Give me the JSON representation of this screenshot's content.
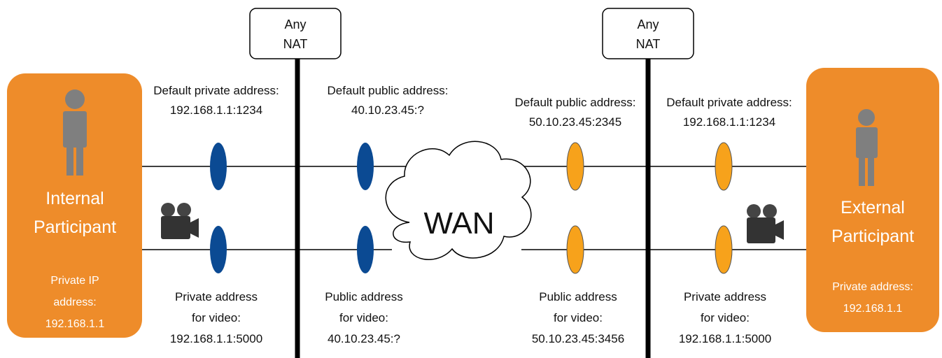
{
  "colors": {
    "participant_box": "#EE8C2A",
    "internal_ellipse": "#0B4A93",
    "external_ellipse": "#F7A21B",
    "person": "#7F7F7F",
    "line": "#000000"
  },
  "nat_left": {
    "line1": "Any",
    "line2": "NAT"
  },
  "nat_right": {
    "line1": "Any",
    "line2": "NAT"
  },
  "wan": {
    "label": "WAN"
  },
  "internal_participant": {
    "name_line1": "Internal",
    "name_line2": "Participant",
    "sub_line1": "Private IP",
    "sub_line2": "address:",
    "sub_line3": "192.168.1.1",
    "person_icon": "person-icon",
    "camera_icon": "video-camera-icon"
  },
  "external_participant": {
    "name_line1": "External",
    "name_line2": "Participant",
    "sub_line1": "Private address:",
    "sub_line2": "192.168.1.1",
    "person_icon": "person-icon",
    "camera_icon": "video-camera-icon"
  },
  "labels": {
    "int_default_private": {
      "line1": "Default private address:",
      "line2": "192.168.1.1:1234"
    },
    "int_default_public": {
      "line1": "Default public address:",
      "line2": "40.10.23.45:?"
    },
    "ext_default_public": {
      "line1": "Default public address:",
      "line2": "50.10.23.45:2345"
    },
    "ext_default_private": {
      "line1": "Default private address:",
      "line2": "192.168.1.1:1234"
    },
    "int_video_private": {
      "line1": "Private address",
      "line2": "for video:",
      "line3": "192.168.1.1:5000"
    },
    "int_video_public": {
      "line1": "Public address",
      "line2": "for video:",
      "line3": "40.10.23.45:?"
    },
    "ext_video_public": {
      "line1": "Public address",
      "line2": "for video:",
      "line3": "50.10.23.45:3456"
    },
    "ext_video_private": {
      "line1": "Private address",
      "line2": "for video:",
      "line3": "192.168.1.1:5000"
    }
  }
}
